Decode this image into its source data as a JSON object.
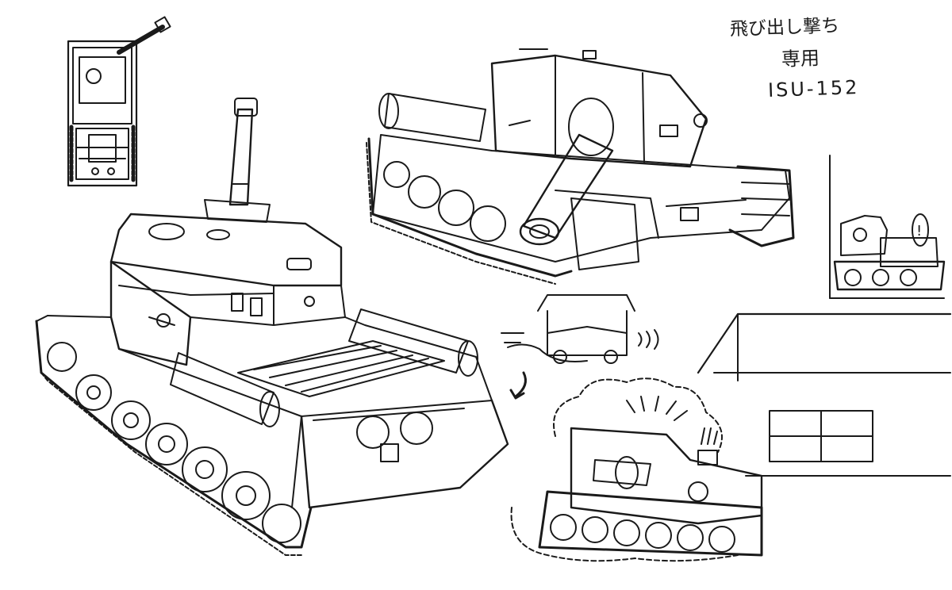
{
  "sheet": {
    "kind": "pen-and-ink model sheet",
    "ink_color": "#1a1a1a",
    "paper_color": "#ffffff"
  },
  "notes": {
    "line1": "飛び出し撃ち",
    "line2": "専用",
    "line3": "ISU-152"
  },
  "speech_bubble": {
    "text": "!"
  },
  "icons": {
    "effect_lines": "motion-lines-icon",
    "transition_arrow": "curved-arrow-icon"
  }
}
